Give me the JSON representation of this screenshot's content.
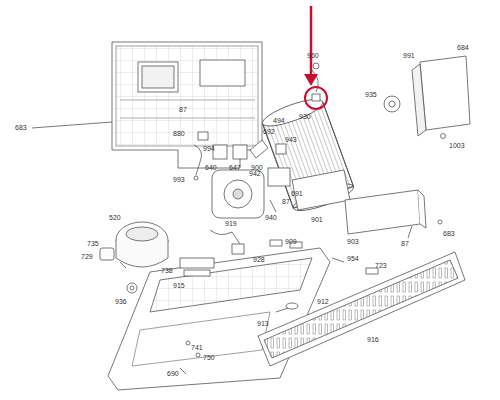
{
  "diagram": {
    "labels": [
      "683",
      "87",
      "960",
      "991",
      "684",
      "935",
      "494",
      "930",
      "1003",
      "880",
      "692",
      "994",
      "943",
      "640",
      "647",
      "900",
      "942",
      "993",
      "691",
      "87",
      "940",
      "901",
      "520",
      "919",
      "735",
      "909",
      "729",
      "928",
      "903",
      "87",
      "683",
      "954",
      "738",
      "723",
      "915",
      "936",
      "912",
      "913",
      "916",
      "741",
      "750",
      "690"
    ]
  }
}
